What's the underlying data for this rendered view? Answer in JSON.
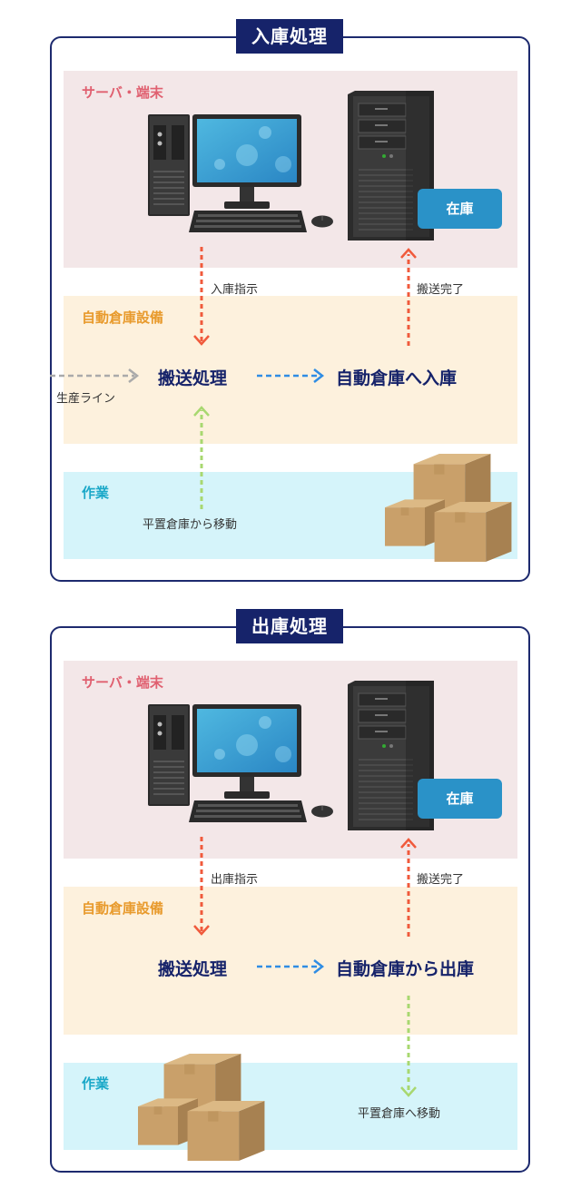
{
  "inbound": {
    "title": "入庫処理",
    "server_label": "サーバ・端末",
    "stock_label": "在庫",
    "instruction": "入庫指示",
    "transport_done": "搬送完了",
    "equipment_label": "自動倉庫設備",
    "line_label": "生産ライン",
    "transport": "搬送処理",
    "result": "自動倉庫へ入庫",
    "work_label": "作業",
    "move_label": "平置倉庫から移動"
  },
  "outbound": {
    "title": "出庫処理",
    "server_label": "サーバ・端末",
    "stock_label": "在庫",
    "instruction": "出庫指示",
    "transport_done": "搬送完了",
    "equipment_label": "自動倉庫設備",
    "transport": "搬送処理",
    "result": "自動倉庫から出庫",
    "work_label": "作業",
    "move_label": "平置倉庫へ移動"
  },
  "colors": {
    "navy": "#16236a",
    "red_arrow": "#f05a3c",
    "blue_arrow": "#2f8de4",
    "green_arrow": "#a8d870",
    "gray_arrow": "#aaaaaa"
  }
}
